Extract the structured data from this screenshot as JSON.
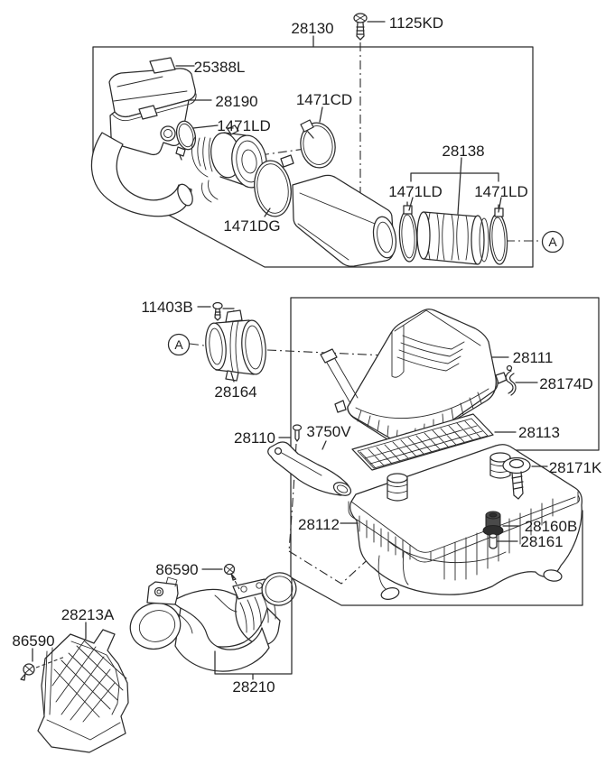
{
  "diagram": {
    "background": "#ffffff",
    "line_color": "#2b2b2b",
    "text_color": "#1c1c1c",
    "view_marker": "A",
    "part_codes": [
      "28130",
      "1125KD",
      "25388L",
      "28190",
      "1471LD",
      "1471CD",
      "1471DG",
      "28138",
      "11403B",
      "28164",
      "28111",
      "28174D",
      "28113",
      "28110",
      "3750V",
      "28171K",
      "28112",
      "28160B",
      "28161",
      "86590",
      "28213A",
      "28210"
    ],
    "boxed_groups": [
      {
        "label": "28130"
      },
      {
        "label": "28110"
      }
    ],
    "callouts": {
      "c28130": "28130",
      "c1125kd": "1125KD",
      "c25388l": "25388L",
      "c28190": "28190",
      "c1471ld": "1471LD",
      "c1471cd": "1471CD",
      "c1471dg": "1471DG",
      "c28138": "28138",
      "c11403b": "11403B",
      "c28164": "28164",
      "c28111": "28111",
      "c28174d": "28174D",
      "c28113": "28113",
      "c28110": "28110",
      "c3750v": "3750V",
      "c28171k": "28171K",
      "c28112": "28112",
      "c28160b": "28160B",
      "c28161": "28161",
      "c86590": "86590",
      "c28213a": "28213A",
      "c28210": "28210",
      "view_a": "A"
    }
  }
}
